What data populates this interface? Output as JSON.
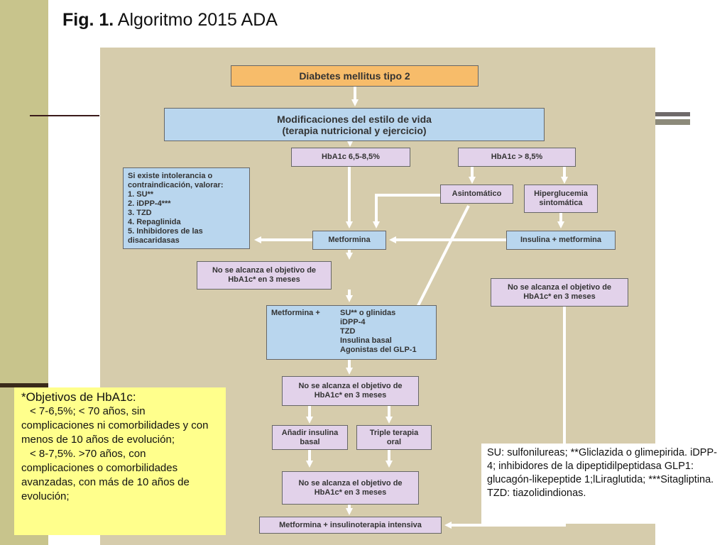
{
  "title": {
    "label": "Fig. 1.",
    "text": " Algoritmo 2015 ADA"
  },
  "boxes": {
    "dm2": "Diabetes mellitus tipo 2",
    "lifestyle": "Modificaciones del estilo de vida\n(terapia nutricional y ejercicio)",
    "hba_low": "HbA1c 6,5-8,5%",
    "hba_high": "HbA1c > 8,5%",
    "intolerance": "Si existe intolerancia o\ncontraindicación, valorar:\n1. SU**\n2. iDPP-4***\n3. TZD\n4. Repaglinida\n5. Inhibidores de las\n   disacaridasas",
    "asymptomatic": "Asintomático",
    "hyperglycemia": "Hiperglucemia\nsintomática",
    "metformin": "Metformina",
    "insulin_metformin": "Insulina + metformina",
    "not_reached_1": "No se alcanza el objetivo de\nHbA1c* en 3 meses",
    "not_reached_right": "No se alcanza el objetivo de\nHbA1c* en 3 meses",
    "combo_left": "Metformina +",
    "combo_right": "SU** o glinidas\niDPP-4\nTZD\nInsulina basal\nAgonistas del GLP-1",
    "not_reached_2": "No se alcanza el objetivo de\nHbA1c* en 3 meses",
    "add_insulin": "Añadir insulina\nbasal",
    "triple": "Triple terapia\noral",
    "not_reached_3": "No se alcanza el objetivo de\nHbA1c* en 3 meses",
    "final": "Metformina + insulinoterapia intensiva"
  },
  "notes": {
    "hba_heading": "*Objetivos de HbA1c:",
    "hba_line1": "< 7-6,5%; < 70 años, sin complicaciones ni comorbilidades y con menos de 10 años de evolución;",
    "hba_line2": "< 8-7,5%. >70 años, con complicaciones o comorbilidades avanzadas, con más de 10 años de evolución;",
    "su_text": "SU: sulfonilureas; **Gliclazida o glimepirida. iDPP-4; inhibidores de la dipeptidilpeptidasa GLP1: glucagón-likepeptide 1;lLiraglutida; ***Sitagliptina. TZD: tiazolidindionas."
  },
  "colors": {
    "panel": "#d6ccac",
    "orange": "#f7bc6a",
    "blue": "#b9d6ee",
    "pink": "#e2d2ea",
    "note": "#ffff8c"
  }
}
